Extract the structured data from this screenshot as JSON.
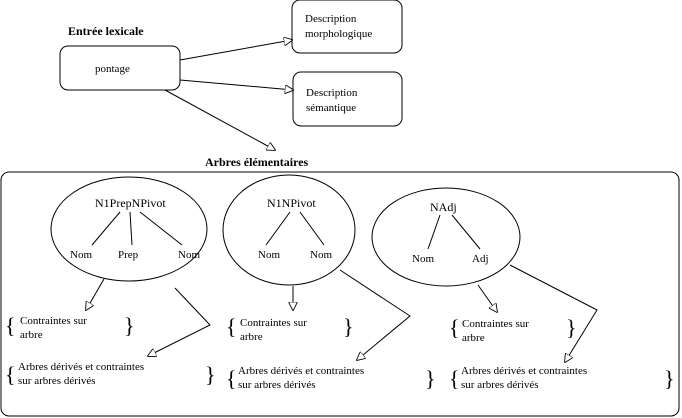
{
  "lexical_entry": {
    "heading": "Entrée lexicale",
    "word": "pontage"
  },
  "descriptions": {
    "morphological": [
      "Description",
      "morphologique"
    ],
    "semantic": [
      "Description",
      "sémantique"
    ]
  },
  "elementary_trees_heading": "Arbres élémentaires",
  "trees": [
    {
      "root": "N1PrepNPivot",
      "leaves": [
        "Nom",
        "Prep",
        "Nom"
      ],
      "constraints": [
        "Contraintes sur",
        "arbre"
      ],
      "derived": [
        "Arbres dérivés et contraintes",
        "sur arbres dérivés"
      ]
    },
    {
      "root": "N1NPivot",
      "leaves": [
        "Nom",
        "Nom"
      ],
      "constraints": [
        "Contraintes sur",
        "arbre"
      ],
      "derived": [
        "Arbres dérivés et contraintes",
        "sur arbres dérivés"
      ]
    },
    {
      "root": "NAdj",
      "leaves": [
        "Nom",
        "Adj"
      ],
      "constraints": [
        "Contraintes sur",
        "arbre"
      ],
      "derived": [
        "Arbres dérivés et contraintes",
        "sur arbres dérivés"
      ]
    }
  ],
  "brace_open": "{",
  "brace_close": "}"
}
